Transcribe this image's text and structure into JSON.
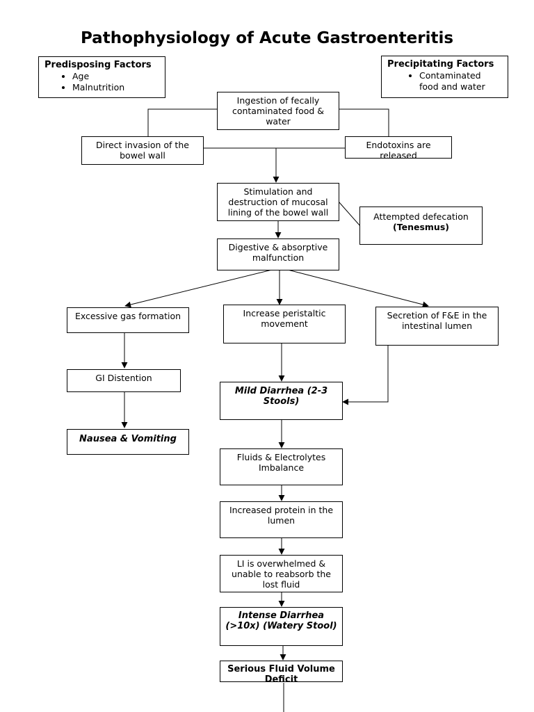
{
  "title": "Pathophysiology of Acute Gastroenteritis",
  "predisposing": {
    "heading": "Predisposing Factors",
    "items": [
      "Age",
      "Malnutrition"
    ]
  },
  "precipitating": {
    "heading": "Precipitating Factors",
    "items": [
      "Contaminated food and water"
    ]
  },
  "nodes": {
    "ingestion": "Ingestion of fecally contaminated food & water",
    "direct_invasion": "Direct invasion of the bowel wall",
    "endotoxins": "Endotoxins are released",
    "stimulation": "Stimulation and destruction of mucosal lining of the bowel wall",
    "attempted_defecation": "Attempted defecation",
    "tenesmus": "(Tenesmus)",
    "digestive": "Digestive & absorptive malfunction",
    "excessive_gas": "Excessive gas formation",
    "peristaltic": "Increase peristaltic movement",
    "secretion": "Secretion of F&E in the intestinal lumen",
    "gi_distention": "GI Distention",
    "nausea": "Nausea & Vomiting",
    "mild_diarrhea": "Mild Diarrhea (2-3 Stools)",
    "fluids": "Fluids & Electrolytes Imbalance",
    "protein": "Increased protein in the lumen",
    "li_overwhelmed": "LI is overwhelmed & unable to reabsorb the lost fluid",
    "intense_diarrhea": "Intense Diarrhea (>10x) (Watery Stool)",
    "serious_deficit": "Serious Fluid Volume Deficit"
  }
}
